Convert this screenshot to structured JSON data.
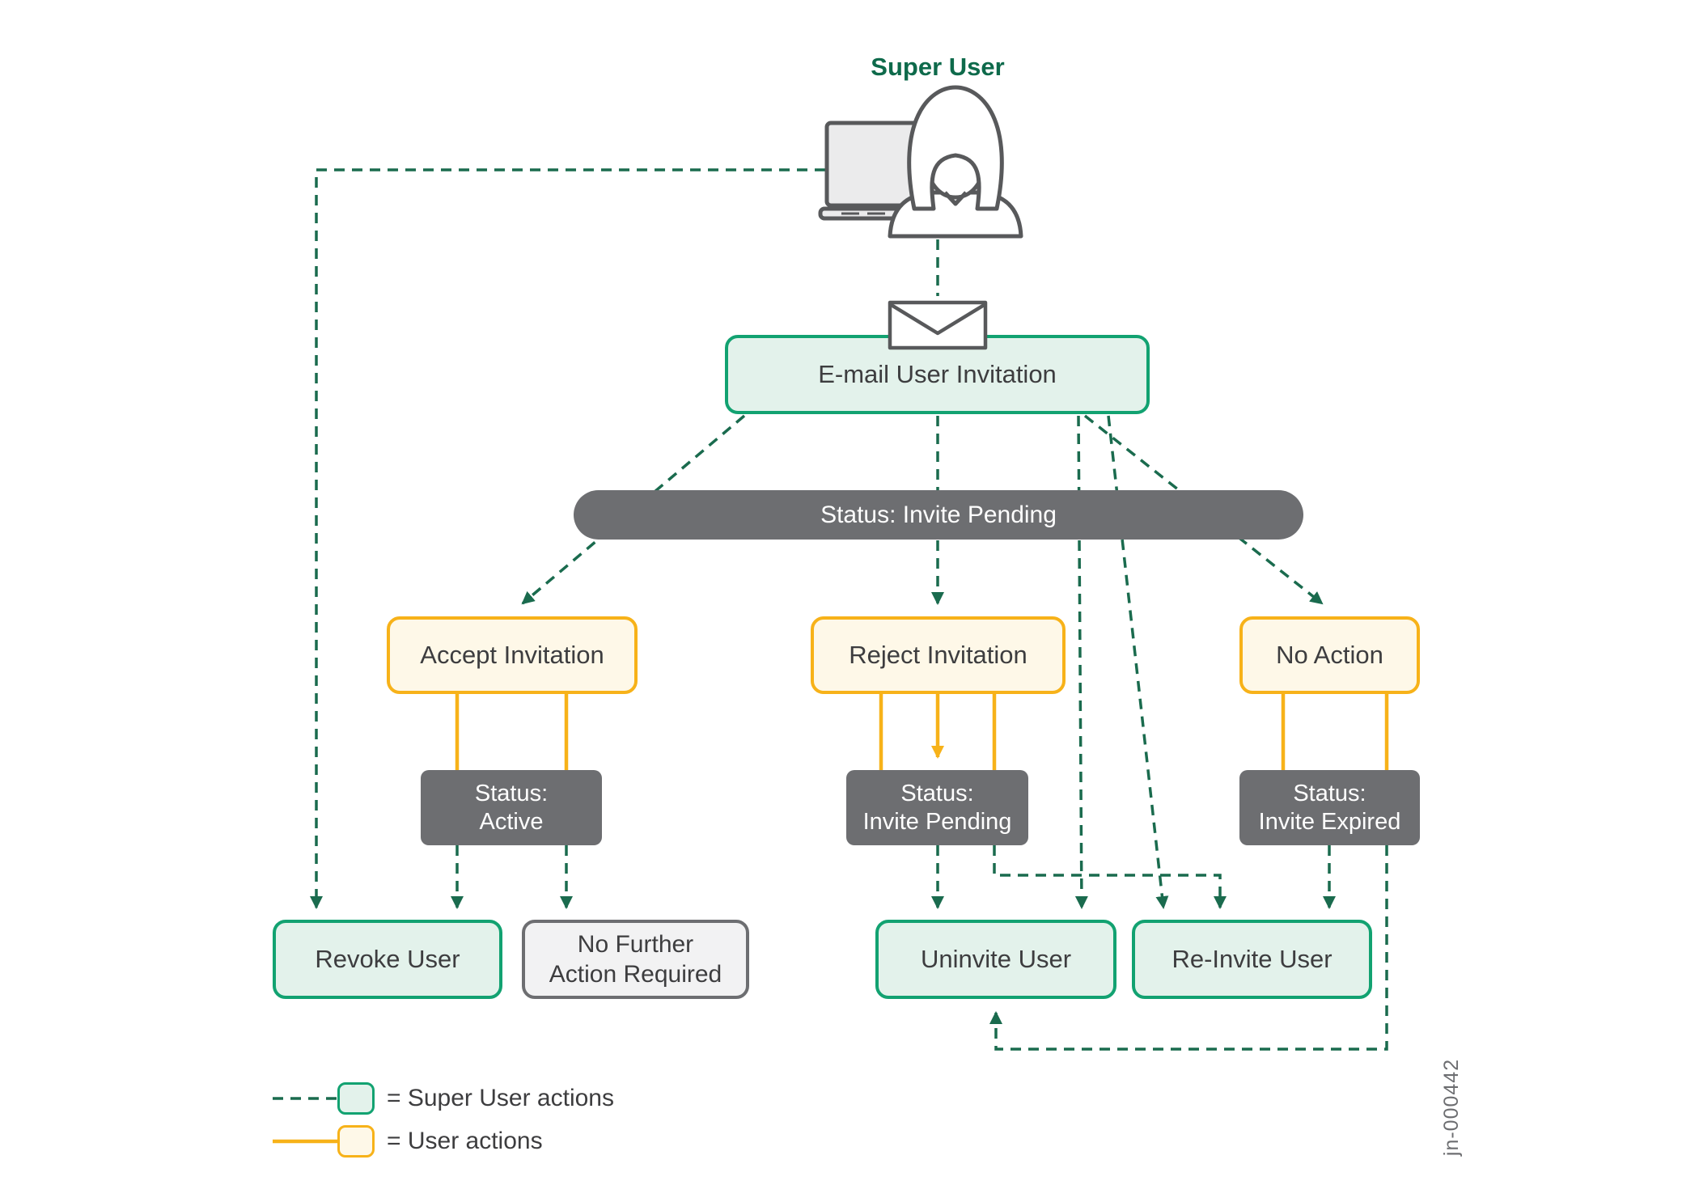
{
  "nodes": {
    "super_user": "Super User",
    "email": "E-mail User Invitation",
    "status_invite_pending_bar": "Status: Invite Pending",
    "accept": "Accept Invitation",
    "reject": "Reject Invitation",
    "no_action": "No Action",
    "status_active": "Status:\nActive",
    "status_invite_pending": "Status:\nInvite Pending",
    "status_invite_expired": "Status:\nInvite Expired",
    "revoke": "Revoke User",
    "no_further": "No Further\nAction Required",
    "uninvite": "Uninvite User",
    "reinvite": "Re-Invite User"
  },
  "legend": {
    "super_user_actions": "= Super User actions",
    "user_actions": "= User actions"
  },
  "watermark": "jn-000442",
  "icons": {
    "super_user": "person-at-computer-icon",
    "invitation": "envelope-icon"
  },
  "colors": {
    "teal_border": "#12A271",
    "teal_fill": "#E3F2EB",
    "dashed_green": "#1A6B4E",
    "yellow_border": "#F7B219",
    "yellow_fill": "#FEF8E8",
    "gray": "#6D6E71",
    "gray_light_fill": "#F2F2F3",
    "title_green": "#0E6A4B"
  },
  "edges": [
    {
      "from": "super-user",
      "to": "email-user-invitation",
      "style": "dashed-green"
    },
    {
      "from": "super-user",
      "to": "revoke-user",
      "style": "dashed-green"
    },
    {
      "from": "email-user-invitation",
      "to": "status-invite-pending-bar",
      "style": "dashed-green"
    },
    {
      "from": "status-invite-pending-bar",
      "to": "accept-invitation",
      "style": "dashed-green"
    },
    {
      "from": "status-invite-pending-bar",
      "to": "reject-invitation",
      "style": "dashed-green"
    },
    {
      "from": "status-invite-pending-bar",
      "to": "no-action",
      "style": "dashed-green"
    },
    {
      "from": "email-user-invitation",
      "to": "uninvite-user",
      "style": "dashed-green"
    },
    {
      "from": "email-user-invitation",
      "to": "re-invite-user",
      "style": "dashed-green"
    },
    {
      "from": "accept-invitation",
      "to": "status-active",
      "style": "solid-yellow"
    },
    {
      "from": "reject-invitation",
      "to": "status-invite-pending",
      "style": "solid-yellow"
    },
    {
      "from": "no-action",
      "to": "status-invite-expired",
      "style": "solid-yellow"
    },
    {
      "from": "status-active",
      "to": "revoke-user",
      "style": "dashed-green"
    },
    {
      "from": "status-active",
      "to": "no-further-action-required",
      "style": "dashed-green"
    },
    {
      "from": "status-invite-pending",
      "to": "uninvite-user",
      "style": "dashed-green"
    },
    {
      "from": "status-invite-pending",
      "to": "re-invite-user",
      "style": "dashed-green"
    },
    {
      "from": "status-invite-expired",
      "to": "re-invite-user",
      "style": "dashed-green"
    },
    {
      "from": "status-invite-expired",
      "to": "uninvite-user",
      "style": "dashed-green"
    }
  ]
}
